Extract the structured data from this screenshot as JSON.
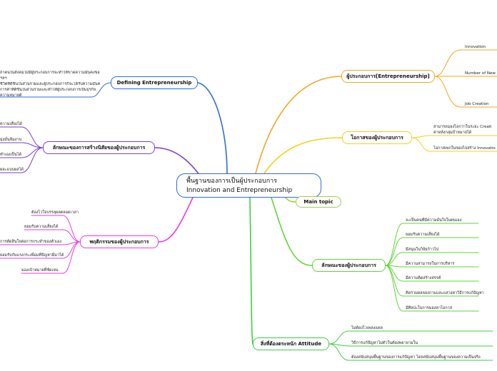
{
  "central": {
    "line1": "พื้นฐานของการเป็นผู้ประกอบการ",
    "line2": "Innovation and Entrepreneurship"
  },
  "colors": {
    "central_border": "#2f6fd0",
    "defining": "#2f6fd0",
    "traits": "#7b3fd6",
    "behavior": "#e83de0",
    "entrepreneur": "#f5a623",
    "opportunity": "#f2d21c",
    "main_topic": "#9ed43a",
    "characteristics": "#5fd63a",
    "attitude": "#3ecf3e"
  },
  "branches": {
    "defining": {
      "label": "Defining Entrepreneurship",
      "children": [
        "ถ้าคนในสังคมไม่มีผู้ประกอบการจะทำให้ขาดความมั่นคงของโลก",
        "ฯลฯ",
        "ชีวิตที่ดีขึ้นในส่วนรวมและผู้ประกอบการก็จะได้รับความมั่นคง",
        "การค้าที่ดีขึ้นในส่วนรวมและทำให้ผู้ประกอบการเป็นธุรกิจ",
        "ความหมายดี"
      ]
    },
    "traits": {
      "label": "ลักษณะของการสร้างนิสัยของผู้ประกอบการ",
      "children": [
        "ความเสี่ยงได้",
        "มุ่งมั่นลิมงาน",
        "ทำเองเป็นได้",
        "ผละแบบผลได้"
      ]
    },
    "behavior": {
      "label": "พฤติกรรมของผู้ประกอบการ",
      "children": [
        "ต้องไวใจบรรลุผลตลอดเวลา",
        "ยอมรับความเสี่ยงได้",
        "การตัดสินใจต่อการกระทำของตัวเอง",
        "ยอมรับกับแรงกระเพื่อมที่ปัญหามีมาได้",
        "มองเป้าหมายที่ชัดเจน"
      ]
    },
    "entrepreneur": {
      "label": "ผู้ประกอบการ[Entrepreneurship]",
      "children": [
        "Innovation",
        "Number of New",
        "Job Creation"
      ]
    },
    "opportunity": {
      "label": "โอกาสของผู้ประกอบการ",
      "children": [
        "สามารถมองโลกว่าในระยะ Creati",
        "ค่าหลังกลุ่มป้าหมายได้",
        "โอกาสเพกในของไปสร้าง Innovatio"
      ]
    },
    "main_topic": {
      "label": "Main topic"
    },
    "characteristics": {
      "label": "ลักษณะของผู้ประกอบการ",
      "children": [
        "จะเป็นคนที่มีความมั่นใจในตนเอง",
        "ยอมรับความเสี่ยงได้",
        "มีสนุนในวิจัยก้าวไป",
        "มีความสามารถในการบริหาร",
        "มีความคิดสร้างสรรค์",
        "คิดร่วมผลลองกามและแสวงหาวิธีการแก้ปัญหา",
        "มีศิลปะในการมองหาโอกาส"
      ]
    },
    "attitude": {
      "label": "สิ่งที่ต้องตระหนัก Attitude",
      "children": [
        "ไม่ต้องไวเพลงแดด",
        "วิธีการแก้ปัญหาไม่ตัวในต้องพยายามใน",
        "ต้องสนับสนุนพื้นฐานของการแก้ปัญหา โดยสนับสนุนพื้นฐานของความเป็นจริง"
      ]
    }
  }
}
